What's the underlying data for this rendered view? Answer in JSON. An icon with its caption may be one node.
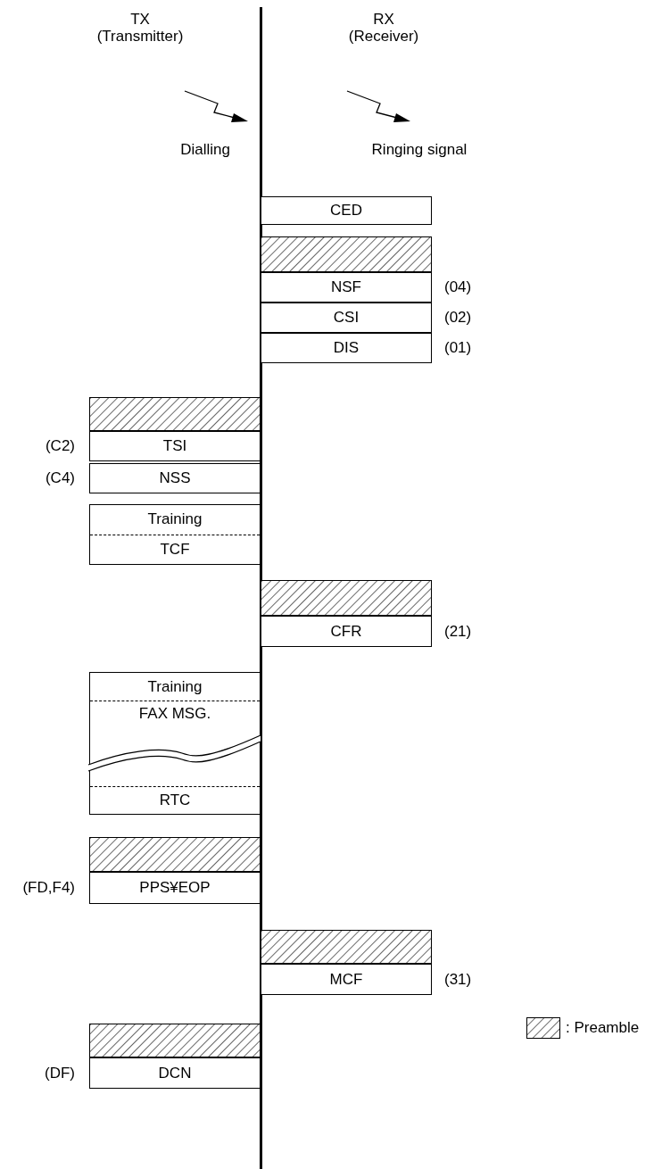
{
  "diagram": {
    "nodes": [
      {
        "text": [
          "CED"
        ]
      },
      {
        "text": [],
        "shape": "box"
      },
      {
        "text": [
          "NSF"
        ],
        "beside": [
          "(04)"
        ]
      },
      {
        "text": [
          "CSI"
        ],
        "beside": [
          "(02)"
        ]
      },
      {
        "text": [
          "DIS"
        ],
        "beside": [
          "(01)"
        ]
      },
      {
        "text": [],
        "shape": "box"
      },
      {
        "text": [
          "TSI"
        ],
        "beside": [
          "(C2)"
        ]
      },
      {
        "text": [
          "NSS"
        ],
        "beside": [
          "(C4)"
        ]
      },
      {
        "text": [
          "Training",
          "TCF"
        ]
      },
      {
        "text": [],
        "shape": "box"
      },
      {
        "text": [
          "CFR"
        ],
        "beside": [
          "(21)"
        ]
      },
      {
        "text": [
          "Training",
          "FAX MSG.",
          "RTC"
        ]
      },
      {
        "text": [],
        "shape": "box"
      },
      {
        "text": [
          "PPS¥EOP"
        ],
        "beside": [
          "(FD,F4)"
        ]
      },
      {
        "text": [],
        "shape": "box"
      },
      {
        "text": [
          "MCF"
        ],
        "beside": [
          "(31)"
        ]
      },
      {
        "text": [],
        "shape": "box"
      },
      {
        "text": [
          "DCN"
        ],
        "beside": [
          "(DF)"
        ]
      }
    ],
    "labels": [
      "TX (Transmitter)",
      "RX (Receiver)",
      "Dialling",
      "Ringing signal"
    ],
    "legend": [
      {
        "text": ": Preamble"
      }
    ]
  }
}
